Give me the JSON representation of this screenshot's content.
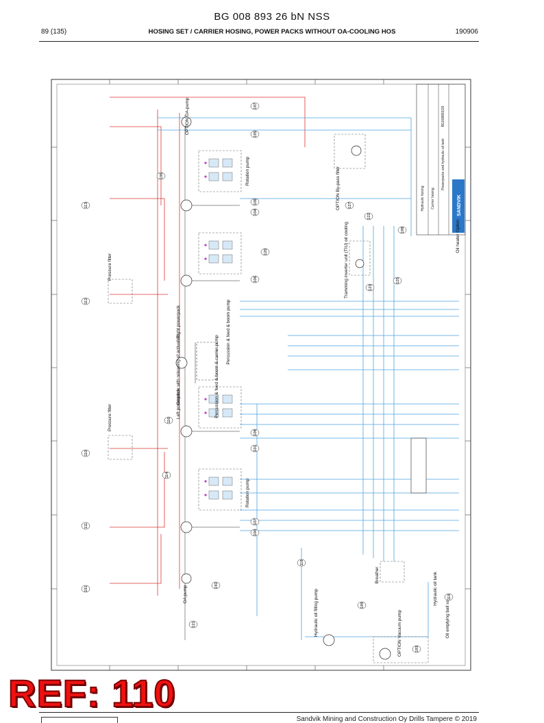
{
  "header": {
    "doc_title": "BG 008 893 26 bN NSS",
    "page": "89 (135)",
    "section": "HOSING SET / CARRIER HOSING, POWER PACKS WITHOUT OA-COOLING HOS",
    "date": "190906"
  },
  "diagram": {
    "labels": {
      "oa_pump_top": "OPTION OA-pump",
      "oa_pump_bottom": "OA pump",
      "rotation_pump_top": "Rotation pump",
      "rotation_pump_bottom": "Rotation pump",
      "right_powerpack": "Right powerpack",
      "left_powerpack": "Left powerpack",
      "percussion_feed_boom": "Percussion & feed & boom pump",
      "percussion_feed_boom_carrier": "Percussion & feed & boom & carrier pump",
      "gearbox": "Gearbox with releasing of activation",
      "pressure_filter_right": "Pressure filter",
      "pressure_filter_left": "Pressure filter",
      "bypass_filter": "OPTION By-pass filter",
      "tramming_inverter": "Tramming inverter unit (TIU) oil cooling",
      "oil_heater": "Oil heater Option",
      "hydraulic_oil_filling_pump": "Hydraulic oil filling pump",
      "vacuum_pump": "OPTION Vacuum pump",
      "breather": "Breather",
      "hydraulic_oil_tank": "Hydraulic oil tank",
      "oil_emptying_valve": "Oil emptying ball valve",
      "brand": "SANDVIK",
      "title_block_1": "Hydraulic hosing",
      "title_block_2": "Carrier hosing",
      "title_block_3": "Powerpacks and hydraulic oil tank",
      "drawing_no": "BG008893/26"
    },
    "ref_numbers": [
      "197",
      "195",
      "196",
      "113",
      "104",
      "108",
      "120",
      "106",
      "112",
      "116",
      "110",
      "114",
      "109",
      "101",
      "111",
      "107",
      "100",
      "192",
      "191",
      "118",
      "121",
      "199",
      "193",
      "119",
      "127",
      "122",
      "123",
      "125",
      "198"
    ]
  },
  "watermark": {
    "text": "REF: 110"
  },
  "footer": {
    "text": "Sandvik Mining and Construction Oy Drills Tampere © 2019"
  }
}
